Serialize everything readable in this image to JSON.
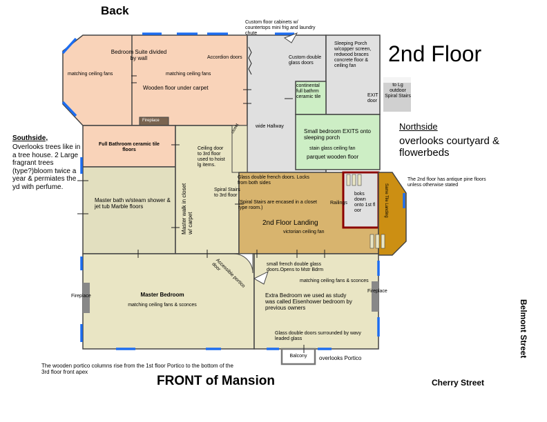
{
  "header": {
    "back": "Back",
    "floor_title": "2nd Floor"
  },
  "footer": {
    "front": "FRONT of Mansion",
    "cherry": "Cherry Street",
    "belmont": "Belmont Street",
    "portico_note": "The wooden portico columns rise from the 1st floor Portico to the bottom of the 3rd floor front apex"
  },
  "north": {
    "heading": "Northside",
    "text": "overlooks courtyard & flowerbeds",
    "note": "The 2nd floor has antique pine floors unless otherwise stated"
  },
  "south": {
    "heading": "Southside,",
    "text": "Overlooks trees like in a tree house. 2 Large fragrant trees (type?)bloom twice a year & permiates the yd with perfume."
  },
  "rooms": {
    "bedroom_suite": {
      "title": "Bedroom Suite divided by wall",
      "fans_left": "matching ceiling fans",
      "fans_right": "matching ceiling fans",
      "floor": "Wooden floor under carpet",
      "accordion": "Accordion doors"
    },
    "fireplace_top": "Fireplace",
    "full_bath": {
      "title": "Full Bathroom ceramic tile floors"
    },
    "master_bath": {
      "title": "Master bath w/steam shower & jet tub Marble floors"
    },
    "walk_in": {
      "title": "Master walk in closet w/ carpet",
      "ceiling_door": "Ceiling door to 3rd floor used to hoist lg items."
    },
    "closet": "closet",
    "hallway": "wide Hallway",
    "custom_doors": "Custom double glass doors",
    "cabinets_note": "Custom floor cabinets w/ countertops mini frig and laundry chute",
    "sleeping_porch": {
      "title": "Sleeping Porch w/copper screen, redwood braces concrete floor & ceiling fan"
    },
    "continental_bath": "continental full bathrm ceramic tile",
    "exit_door": "EXIT door",
    "spiral_outdoor": "to Lg outdoor Spiral Stairs",
    "small_bedroom": {
      "title": "Small bedroom EXITS onto sleeping porch",
      "fan": "stain glass ceiling fan",
      "floor": "parquet wooden floor"
    },
    "landing": {
      "french_doors": "Glass double french doors. Locks from both sides",
      "spiral_stairs": "Spiral Stairs to 3rd floor",
      "spiral_note": "(Spiral Stairs are encased in a closet type room.)",
      "title": "2nd Floor Landing",
      "fan": "victorian ceiling fan",
      "railings": "Railings",
      "books_down": "boks down onto 1st fl oor",
      "same_tile": "Same Tile Landing"
    },
    "master_bedroom": {
      "title": "Master Bedroom",
      "fans": "matching ceiling fans & sconces",
      "fireplace": "Fireplace",
      "portico_door": "Accessible portico door"
    },
    "extra_bedroom": {
      "small_doors": "small french double glass doors.Opens to Mstr Bdrm",
      "fans": "matching ceiling fans & sconces",
      "fireplace": "Fireplace",
      "title": "Extra Bedroom we used as study was called Eisenhower bedroom by previous owners",
      "glass_doors": "Glass double doors surrounded by wavy leaded glass"
    },
    "balcony": "Balcony",
    "balcony_note": "overlooks Portico"
  },
  "colors": {
    "peach": "#f9d3b9",
    "khaki": "#e9e5c4",
    "master_bath": "#e2dfbf",
    "gray": "#e0e0e0",
    "green": "#cdeec5",
    "landing": "#d8b46e",
    "gold": "#cc8f13",
    "brown": "#4a2c1d",
    "window_blue": "#1d6df0"
  }
}
